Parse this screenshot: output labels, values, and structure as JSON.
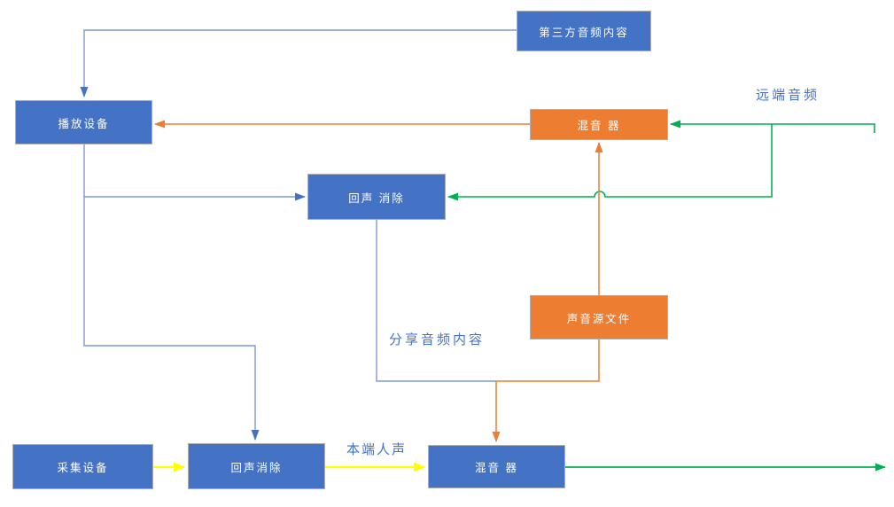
{
  "diagram": {
    "nodes": {
      "third_party": {
        "label": "第三方音频内容",
        "fill": "#4472C4"
      },
      "playback": {
        "label": "播放设备",
        "fill": "#4472C4"
      },
      "mixer_top": {
        "label": "混音 器",
        "fill": "#ED7D31"
      },
      "echo_mid": {
        "label": "回声 消除",
        "fill": "#4472C4"
      },
      "source_file": {
        "label": "声音源文件",
        "fill": "#ED7D31"
      },
      "capture": {
        "label": "采集设备",
        "fill": "#4472C4"
      },
      "echo_bottom": {
        "label": "回声消除",
        "fill": "#4472C4"
      },
      "mixer_bottom": {
        "label": "混音 器",
        "fill": "#4472C4"
      }
    },
    "floating_labels": {
      "remote_audio": "远端音频",
      "share_audio": "分享音频内容",
      "local_voice": "本端人声"
    },
    "colors": {
      "node_blue": "#4472C4",
      "node_orange": "#ED7D31",
      "line_blue": "#7E98D4",
      "arrow_blue": "#4472C4",
      "line_orange": "#ED7D31",
      "line_green": "#00B050",
      "line_yellow": "#FFFF00",
      "label_text": "#4472C4",
      "node_border": "#AEAEAE"
    },
    "edges": [
      {
        "from": "third_party",
        "to": "playback",
        "color": "blue"
      },
      {
        "from": "mixer_top",
        "to": "playback",
        "color": "orange"
      },
      {
        "from": "remote_audio",
        "to": "mixer_top",
        "color": "green"
      },
      {
        "from": "remote_audio",
        "to": "echo_mid",
        "color": "green"
      },
      {
        "from": "playback",
        "to": "echo_mid",
        "color": "blue"
      },
      {
        "from": "playback",
        "to": "echo_bottom",
        "color": "blue"
      },
      {
        "from": "source_file",
        "to": "mixer_top",
        "color": "orange"
      },
      {
        "from": "echo_mid",
        "to": "mixer_bottom",
        "color": "blue"
      },
      {
        "from": "source_file",
        "to": "mixer_bottom",
        "color": "orange"
      },
      {
        "from": "capture",
        "to": "echo_bottom",
        "color": "yellow"
      },
      {
        "from": "echo_bottom",
        "to": "mixer_bottom",
        "color": "yellow",
        "label": "本端人声"
      },
      {
        "from": "mixer_bottom",
        "to": "output",
        "color": "green"
      }
    ]
  }
}
